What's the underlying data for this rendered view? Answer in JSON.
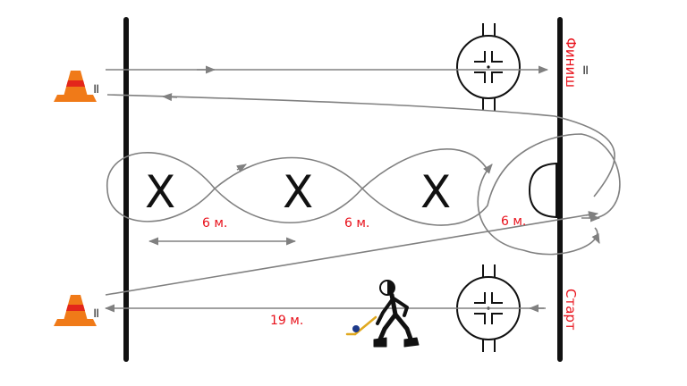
{
  "diagram": {
    "labels": {
      "finish": "Финиш",
      "start": "Старт",
      "seg1": "6 м.",
      "seg2": "6 м.",
      "seg3": "6 м.",
      "distance": "19 м."
    },
    "markers": {
      "cross1": "X",
      "cross2": "X",
      "cross3": "X",
      "eq_top_left": "=",
      "eq_bottom_left": "=",
      "eq_finish": "="
    },
    "colors": {
      "accent": "#e8101a",
      "path": "#808080",
      "line": "#111111",
      "cone_orange": "#f07a18",
      "cone_red": "#e3261b"
    }
  }
}
